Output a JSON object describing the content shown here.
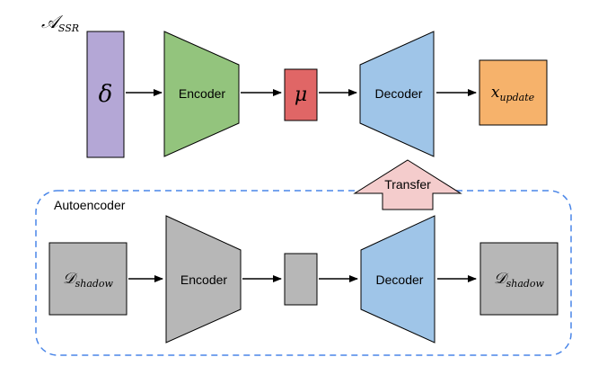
{
  "labels": {
    "top_title_main": "𝒜",
    "top_title_sub": "SSR",
    "delta": "δ",
    "top_encoder": "Encoder",
    "mu": "μ",
    "top_decoder": "Decoder",
    "x_update_main": "x",
    "x_update_sub": "update",
    "transfer": "Transfer",
    "autoencoder": "Autoencoder",
    "shadow_in_main": "𝒟",
    "shadow_in_sub": "shadow",
    "bottom_encoder": "Encoder",
    "bottom_decoder": "Decoder",
    "shadow_out_main": "𝒟",
    "shadow_out_sub": "shadow"
  },
  "colors": {
    "delta_fill": "#b4a7d6",
    "encoder_top_fill": "#93c47d",
    "mu_fill": "#e06666",
    "decoder_fill": "#9fc5e8",
    "x_update_fill": "#f6b26b",
    "transfer_fill": "#f4cccc",
    "gray_fill": "#b7b7b7",
    "stroke": "#000000",
    "dashed_border": "#4a86e8"
  }
}
